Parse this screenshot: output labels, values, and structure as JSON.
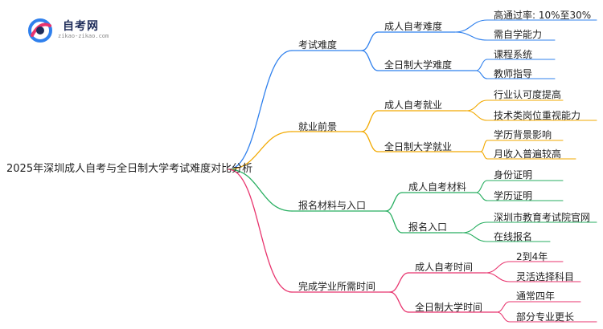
{
  "logo": {
    "title": "自考网",
    "subtitle": "zikao-zikao.com"
  },
  "root": "2025年深圳成人自考与全日制大学考试难度对比分析",
  "branches": [
    {
      "label": "考试难度",
      "color": "#2f80ed",
      "children": [
        {
          "label": "成人自考难度",
          "leaves": [
            "高通过率: 10%至30%",
            "需自学能力"
          ]
        },
        {
          "label": "全日制大学难度",
          "leaves": [
            "课程系统",
            "教师指导"
          ]
        }
      ]
    },
    {
      "label": "就业前景",
      "color": "#f2a900",
      "children": [
        {
          "label": "成人自考就业",
          "leaves": [
            "行业认可度提高",
            "技术类岗位重视能力"
          ]
        },
        {
          "label": "全日制大学就业",
          "leaves": [
            "学历背景影响",
            "月收入普遍较高"
          ]
        }
      ]
    },
    {
      "label": "报名材料与入口",
      "color": "#27ae60",
      "children": [
        {
          "label": "成人自考材料",
          "leaves": [
            "身份证明",
            "学历证明"
          ]
        },
        {
          "label": "报名入口",
          "leaves": [
            "深圳市教育考试院官网",
            "在线报名"
          ]
        }
      ]
    },
    {
      "label": "完成学业所需时间",
      "color": "#e8336d",
      "children": [
        {
          "label": "成人自考时间",
          "leaves": [
            "2到4年",
            "灵活选择科目"
          ]
        },
        {
          "label": "全日制大学时间",
          "leaves": [
            "通常四年",
            "部分专业更长"
          ]
        }
      ]
    }
  ]
}
